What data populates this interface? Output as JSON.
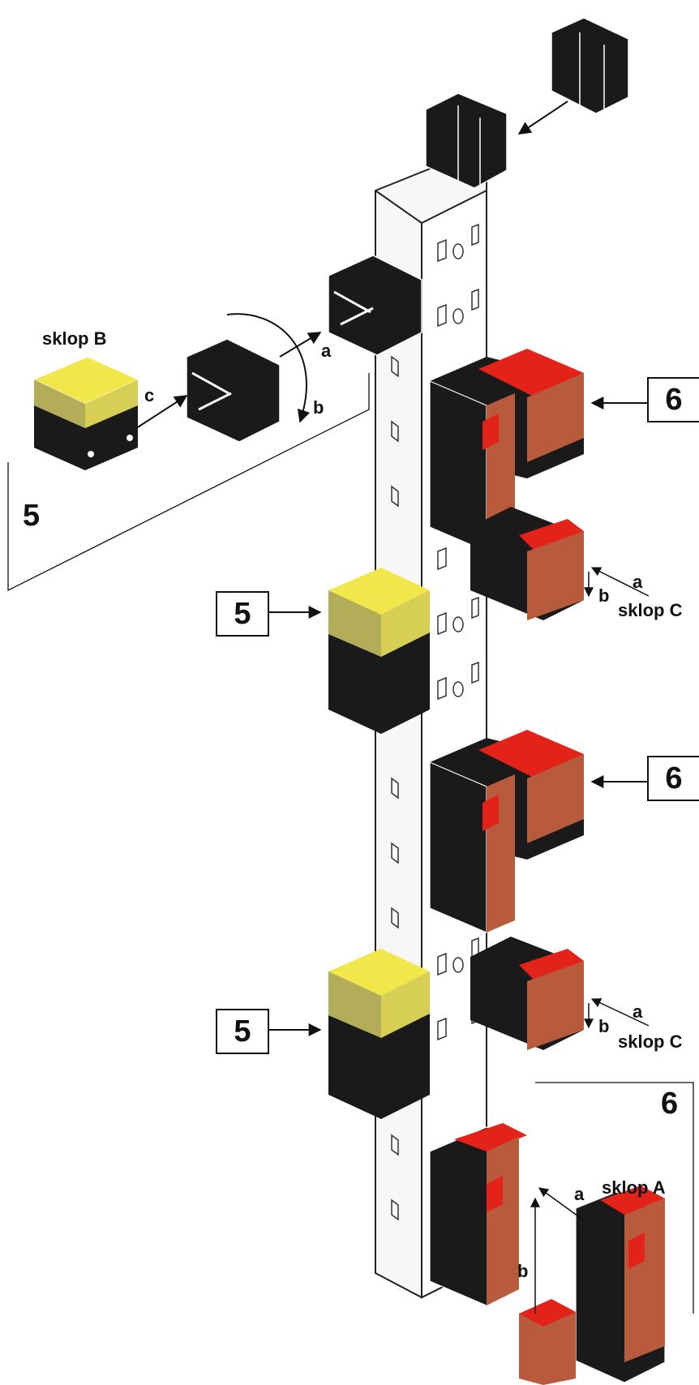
{
  "labels": {
    "sklop_b": "sklop B",
    "sklop_c_1": "sklop C",
    "sklop_c_2": "sklop C",
    "sklop_a": "sklop A",
    "step5_top": "5",
    "step5_mid": "5",
    "step5_low": "5",
    "step6_top": "6",
    "step6_mid": "6",
    "step6_bot": "6",
    "a": "a",
    "b": "b",
    "c": "c"
  },
  "colors": {
    "frame": "#f7f7f7",
    "black_part": "#1a1a1a",
    "red_part": "#e32219",
    "brick_part": "#b85a3c",
    "yellow_top": "#f2e74a",
    "olive_side": "#b3ac58"
  }
}
